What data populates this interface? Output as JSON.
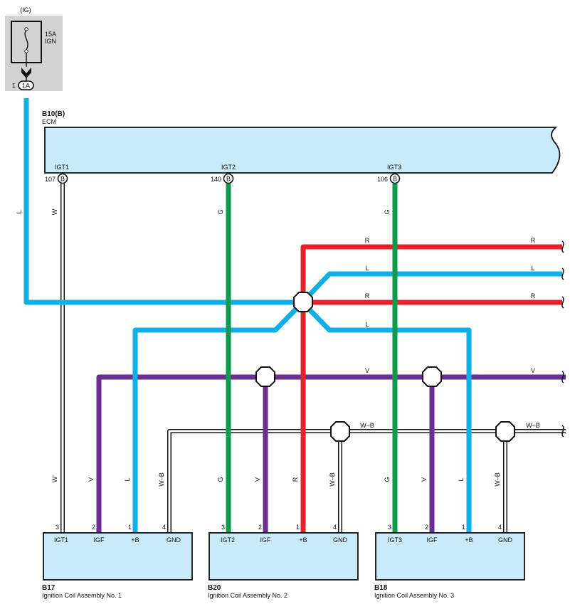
{
  "colors": {
    "blue": "#12aee6",
    "red": "#e8222a",
    "green": "#119a4d",
    "violet": "#6b2d91",
    "box_fill": "#c9eaf8",
    "fuse_bg": "#d3d3d3"
  },
  "fuse": {
    "header": "(IG)",
    "rating": "15A",
    "name": "IGN",
    "pin": "1",
    "connector": "1A"
  },
  "ecm": {
    "code": "B10(B)",
    "name": "ECM",
    "terminals": [
      {
        "label": "IGT1",
        "pin": "107",
        "connector": "B"
      },
      {
        "label": "IGT2",
        "pin": "140",
        "connector": "B"
      },
      {
        "label": "IGT3",
        "pin": "106",
        "connector": "B"
      }
    ]
  },
  "wire_labels": {
    "l": "L",
    "w": "W",
    "g": "G",
    "r": "R",
    "v": "V",
    "wb": "W–B"
  },
  "coils": [
    {
      "code": "B17",
      "name": "Ignition Coil Assembly No. 1",
      "terminals": [
        {
          "label": "IGT1",
          "pin": "3"
        },
        {
          "label": "IGF",
          "pin": "2"
        },
        {
          "label": "+B",
          "pin": "1"
        },
        {
          "label": "GND",
          "pin": "4"
        }
      ]
    },
    {
      "code": "B20",
      "name": "Ignition Coil Assembly No. 2",
      "terminals": [
        {
          "label": "IGT2",
          "pin": "3"
        },
        {
          "label": "IGF",
          "pin": "2"
        },
        {
          "label": "+B",
          "pin": "1"
        },
        {
          "label": "GND",
          "pin": "4"
        }
      ]
    },
    {
      "code": "B18",
      "name": "Ignition Coil Assembly No. 3",
      "terminals": [
        {
          "label": "IGT3",
          "pin": "3"
        },
        {
          "label": "IGF",
          "pin": "2"
        },
        {
          "label": "+B",
          "pin": "1"
        },
        {
          "label": "GND",
          "pin": "4"
        }
      ]
    }
  ]
}
